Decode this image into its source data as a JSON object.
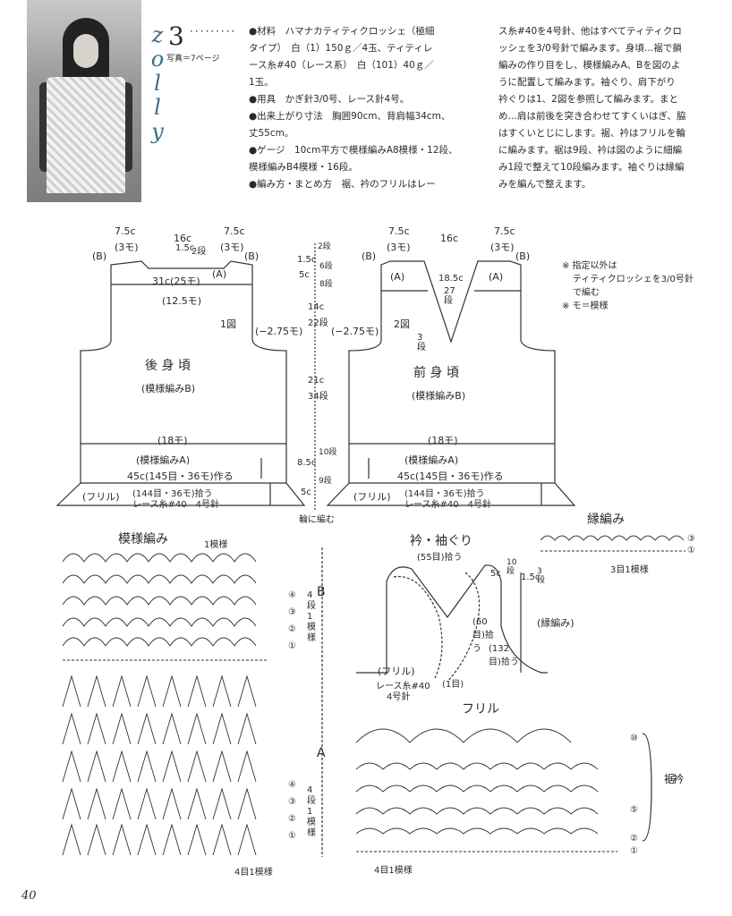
{
  "header": {
    "brand": "zolly",
    "pattern_number": "3",
    "dots": "·········",
    "photo_ref": "写真＝7ページ"
  },
  "text_col1": [
    "●材料　ハマナカティティクロッシェ（極細",
    "タイプ）　白（1）150ｇ／4玉、ティティレ",
    "ース糸#40（レース系）　白（101）40ｇ／",
    "1玉。",
    "●用具　かぎ針3/0号、レース針4号。",
    "●出来上がり寸法　胸囲90cm、背肩幅34cm、",
    "丈55cm。",
    "●ゲージ　10cm平方で模様編みA8模様・12段、",
    "模様編みB4模様・16段。",
    "●編み方・まとめ方　裾、衿のフリルはレー"
  ],
  "text_col2": [
    "ス糸#40を4号針、他はすべてティティクロ",
    "ッシェを3/0号針で編みます。身頃…裾で鎖",
    "編みの作り目をし、模様編みA、Bを図のよ",
    "うに配置して編みます。袖ぐり、肩下がり",
    "衿ぐりは1、2図を参照して編みます。まと",
    "め…肩は前後を突き合わせてすくいはぎ、脇",
    "はすくいとじにします。裾、衿はフリルを輪",
    "に編みます。裾は9段、衿は図のように細編",
    "み1段で整えて10段編みます。袖ぐりは縁編",
    "みを編んで整えます。"
  ],
  "notes": [
    "※ 指定以外は",
    "ティティクロッシェを3/0号針",
    "で編む",
    "※ モ＝模様"
  ],
  "back": {
    "title": "後 身 頃",
    "subtitle": "(模様編みB)",
    "fig": "1図",
    "shoulder_l": "7.5c",
    "shoulder_l2": "(3モ)",
    "neck": "16c",
    "shoulder_r": "7.5c",
    "shoulder_r2": "(3モ)",
    "neck_depth": "1.5c",
    "neck_rows": "2段",
    "label_b_l": "(B)",
    "label_b_r": "(B)",
    "label_a": "(A)",
    "width31": "31c(25モ)",
    "width125": "(12.5モ)",
    "dec": "(−2.75モ)",
    "mid18": "(18モ)",
    "pattern_a": "(模様編みA)",
    "base": "45c(145目・36モ)作る",
    "frill": "(フリル)",
    "frill_pick": "(144目・36モ)拾う",
    "frill_yarn": "レース糸#40　4号針"
  },
  "front": {
    "title": "前 身 頃",
    "subtitle": "(模様編みB)",
    "fig": "2図",
    "shoulder_l": "7.5c",
    "shoulder_l2": "(3モ)",
    "neck": "16c",
    "shoulder_r": "7.5c",
    "shoulder_r2": "(3モ)",
    "label_b_l": "(B)",
    "label_b_r": "(B)",
    "label_a_l": "(A)",
    "label_a_r": "(A)",
    "v_depth": "18.5c",
    "v_rows": "27段",
    "bottom_rows": "3段",
    "dec": "(−2.75モ)",
    "mid18": "(18モ)",
    "pattern_a": "(模様編みA)",
    "base": "45c(145目・36モ)作る",
    "frill": "(フリル)",
    "frill_pick": "(144目・36モ)拾う",
    "frill_yarn": "レース糸#40　4号針"
  },
  "center_dims": [
    "2段",
    "1.5c",
    "6段",
    "5c",
    "8段",
    "14c",
    "22段",
    "21c",
    "34段",
    "10段",
    "8.5c",
    "9段",
    "5c",
    "輪に編む"
  ],
  "pattern": {
    "title": "模様編み",
    "repeat_top": "1模様",
    "repeat_bottom": "4目1模様",
    "label_b": "B",
    "label_a": "A",
    "rows_b": [
      "④",
      "③",
      "②",
      "①"
    ],
    "rows_a": [
      "④",
      "③",
      "②",
      "①"
    ],
    "side_b": "4段1模様",
    "side_a": "4段1模様"
  },
  "collar": {
    "title": "衿・袖ぐり",
    "pick55": "(55目)拾う",
    "dim_5c": "5c",
    "dim_10": "10段",
    "dim_15c": "1.5c",
    "dim_3": "3段",
    "pick60": "(60目)拾う",
    "pick132": "(132目)拾う",
    "edging": "(縁編み)",
    "frill": "(フリル)",
    "frill_yarn": "レース糸#40",
    "frill_needle": "4号針",
    "one_row": "(1目)"
  },
  "edging": {
    "title": "縁編み",
    "repeat": "3目1模様",
    "rows": [
      "③",
      "①"
    ]
  },
  "frill": {
    "title": "フリル",
    "repeat": "4目1模様",
    "rows": [
      "⑩",
      "⑤",
      "②",
      "①"
    ],
    "hem": "裾",
    "collar": "衿"
  },
  "page_number": "40"
}
